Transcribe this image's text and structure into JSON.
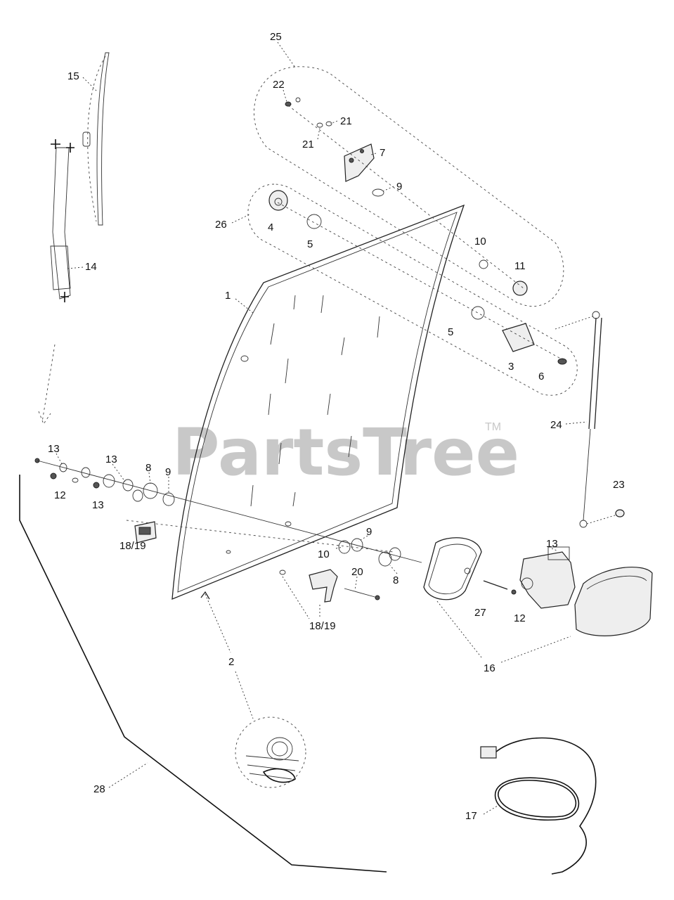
{
  "watermark": {
    "text": "PartsTree",
    "tm": "TM"
  },
  "callouts": {
    "c25": "25",
    "c22": "22",
    "c21a": "21",
    "c21b": "21",
    "c7": "7",
    "c9a": "9",
    "c26": "26",
    "c4": "4",
    "c5a": "5",
    "c10a": "10",
    "c11": "11",
    "c1": "1",
    "c5b": "5",
    "c3": "3",
    "c6": "6",
    "c15": "15",
    "c14": "14",
    "c24": "24",
    "c23": "23",
    "c13a": "13",
    "c13b": "13",
    "c8a": "8",
    "c9b": "9",
    "c12a": "12",
    "c13c": "13",
    "c1819a": "18/19",
    "c9c": "9",
    "c10b": "10",
    "c8b": "8",
    "c20": "20",
    "c1819b": "18/19",
    "c13d": "13",
    "c27": "27",
    "c12b": "12",
    "c16": "16",
    "c2": "2",
    "c28": "28",
    "c17": "17"
  }
}
